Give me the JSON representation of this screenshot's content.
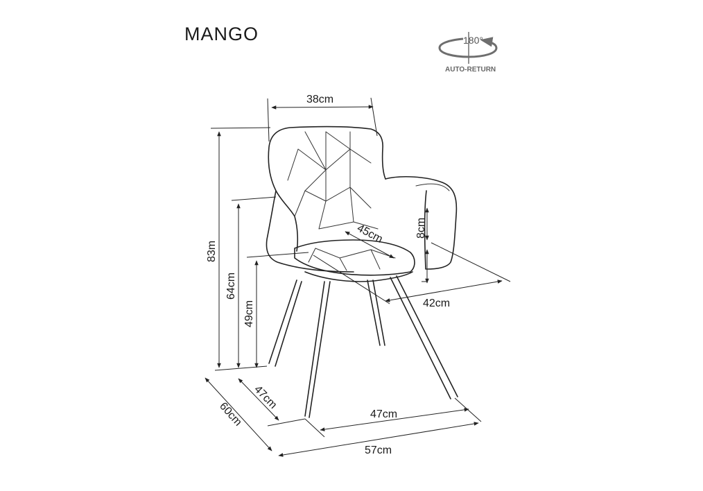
{
  "title": "MANGO",
  "badge": {
    "degrees": "180°",
    "label": "AUTO-RETURN",
    "color": "#6e6e6e"
  },
  "dimensions": {
    "backrest_width": "38cm",
    "total_height": "83m",
    "armrest_height": "64cm",
    "seat_height": "49cm",
    "seat_depth": "45cm",
    "armrest_pad": "8cm",
    "seat_width": "42cm",
    "leg_depth": "47cm",
    "leg_width": "47cm",
    "total_depth": "60cm",
    "total_width": "57cm"
  }
}
